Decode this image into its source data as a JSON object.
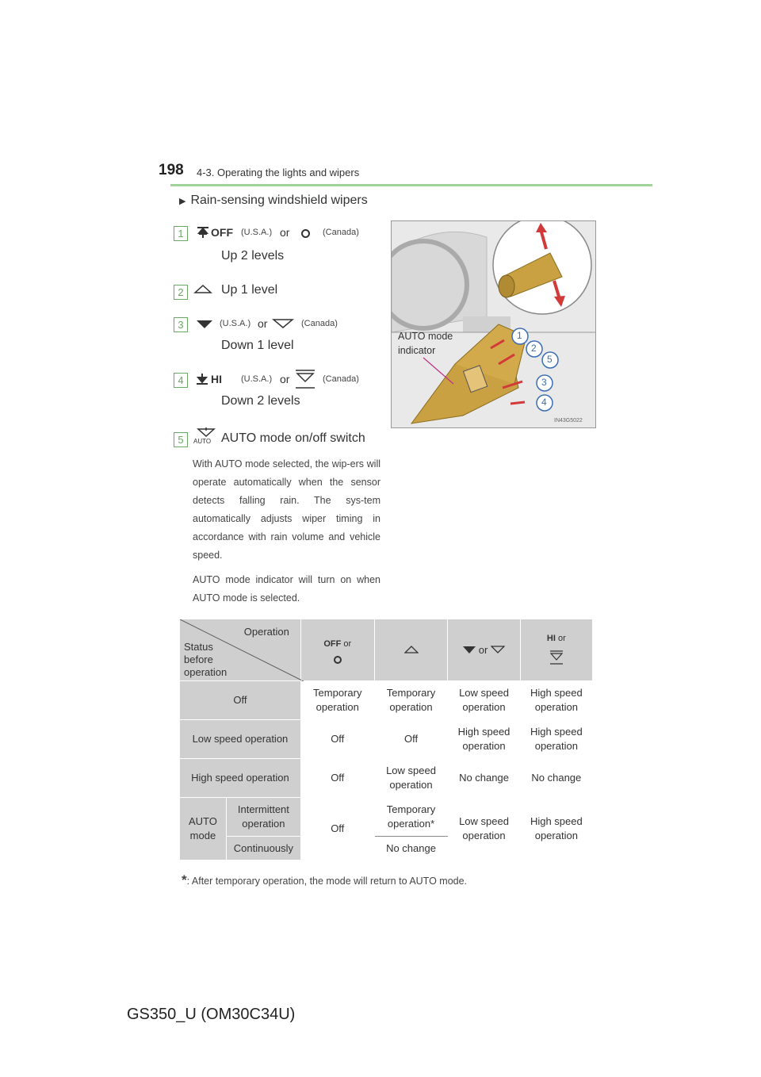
{
  "header": {
    "page_number": "198",
    "section_title": "4-3. Operating the lights and wipers"
  },
  "heading": "Rain-sensing windshield wipers",
  "items": [
    {
      "num": "1",
      "icon_text": "OFF",
      "usa": "(U.S.A.)",
      "or": "or",
      "canada": "(Canada)",
      "desc": "Up 2 levels"
    },
    {
      "num": "2",
      "desc": "Up 1 level"
    },
    {
      "num": "3",
      "usa": "(U.S.A.)",
      "or": "or",
      "canada": "(Canada)",
      "desc": "Down 1 level"
    },
    {
      "num": "4",
      "icon_text": "HI",
      "usa": "(U.S.A.)",
      "or": "or",
      "canada": "(Canada)",
      "desc": "Down 2 levels"
    },
    {
      "num": "5",
      "icon_text": "AUTO",
      "desc": "AUTO mode on/off switch"
    }
  ],
  "paragraphs": [
    "With AUTO mode selected, the wip-ers will operate automatically when the sensor detects falling rain. The sys-tem automatically adjusts wiper timing in accordance with rain volume and vehicle speed.",
    "AUTO mode indicator will turn on when AUTO mode is selected."
  ],
  "figure": {
    "indicator_label_1": "AUTO mode",
    "indicator_label_2": "indicator",
    "callouts": [
      "1",
      "2",
      "5",
      "3",
      "4"
    ],
    "code": "IN43G5022"
  },
  "table": {
    "operation_label": "Operation",
    "status_label": "Status before operation",
    "col1_icon": "OFF",
    "col_or": "or",
    "col4_icon": "HI",
    "rows": [
      {
        "status": "Off",
        "c1": "Temporary operation",
        "c2": "Temporary operation",
        "c3": "Low speed operation",
        "c4": "High speed operation"
      },
      {
        "status": "Low speed operation",
        "c1": "Off",
        "c2": "Off",
        "c3": "High speed operation",
        "c4": "High speed operation"
      },
      {
        "status": "High speed operation",
        "c1": "Off",
        "c2": "Low speed operation",
        "c3": "No change",
        "c4": "No change"
      }
    ],
    "auto_mode": "AUTO mode",
    "intermittent": "Intermittent operation",
    "continuously": "Continuously",
    "auto_c1": "Off",
    "auto_c2_intermittent": "Temporary operation*",
    "auto_c2_continuously": "No change",
    "auto_c3": "Low speed operation",
    "auto_c4": "High speed operation"
  },
  "footnote": {
    "mark": "*",
    "text": ": After temporary operation, the mode will return to AUTO mode."
  },
  "footer": "GS350_U (OM30C34U)"
}
